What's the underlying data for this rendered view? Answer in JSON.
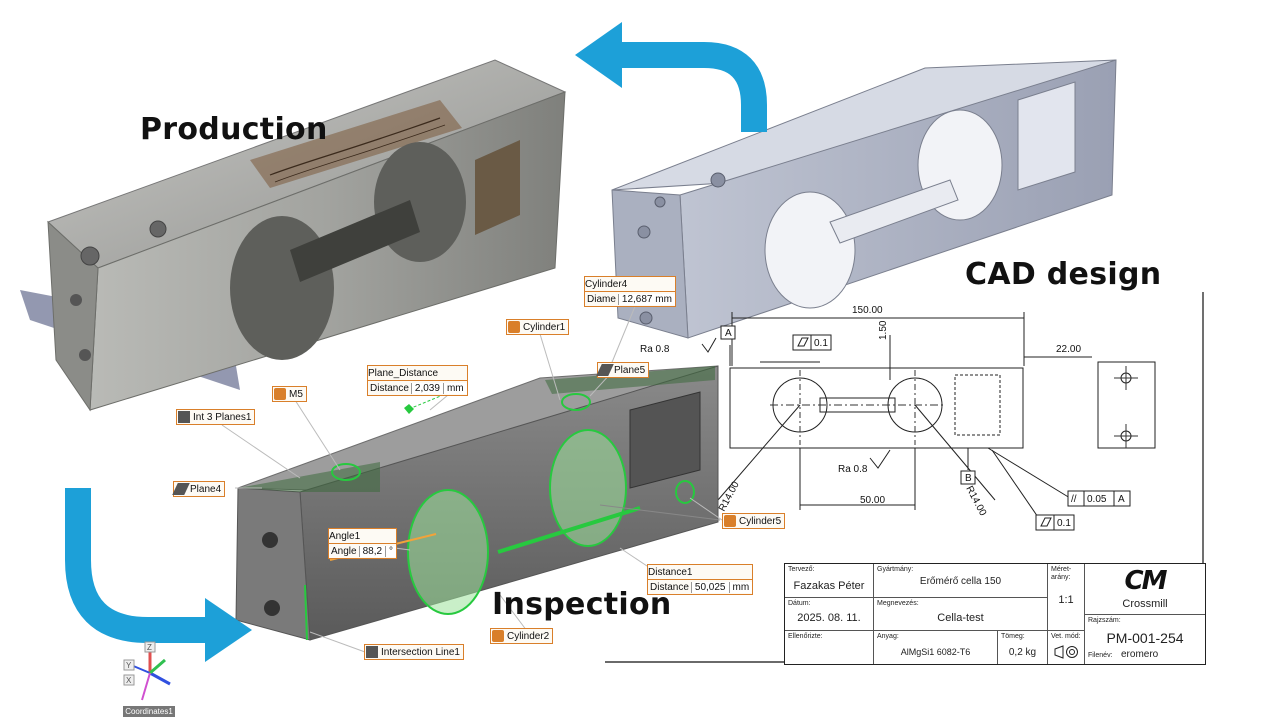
{
  "sections": {
    "production": "Production",
    "cad": "CAD design",
    "inspection": "Inspection"
  },
  "colors": {
    "arrow": "#1da0d8",
    "scan_highlight": "#27c93f",
    "label_border": "#d97f2a",
    "cad_body": "#c4c9d6"
  },
  "annotations": {
    "cylinder4": {
      "name": "Cylinder4",
      "field": "Diame",
      "value": "12,687 mm"
    },
    "cylinder1": "Cylinder1",
    "plane_distance": {
      "name": "Plane_Distance",
      "field": "Distance",
      "value": "2,039",
      "unit": "mm"
    },
    "plane5": "Plane5",
    "m5": "M5",
    "int3planes": "Int 3 Planes1",
    "plane4": "Plane4",
    "angle1": {
      "name": "Angle1",
      "field": "Angle",
      "value": "88,2",
      "unit": "°"
    },
    "cylinder5": "Cylinder5",
    "distance1": {
      "name": "Distance1",
      "field": "Distance",
      "value": "50,025",
      "unit": "mm"
    },
    "cylinder2": "Cylinder2",
    "intersection_line": "Intersection Line1",
    "coordinates": "Coordinates1",
    "axes": {
      "x": "X",
      "y": "Y",
      "z": "Z"
    }
  },
  "drawing": {
    "dims": {
      "overall": "150.00",
      "right": "22.00",
      "top": "1.50",
      "hole_spacing": "50.00",
      "r_left": "R14.00",
      "r_right": "R14.00"
    },
    "roughness_top": "Ra 0.8",
    "roughness_bottom": "Ra 0.8",
    "datum_a": "A",
    "datum_b": "B",
    "flatness_top": "0.1",
    "flatness_bottom": "0.1",
    "parallel_sym": "//",
    "parallel_val": "0.05",
    "parallel_ref": "A"
  },
  "title_block": {
    "designer_label": "Tervező:",
    "designer": "Fazakas Péter",
    "manufacture_label": "Gyártmány:",
    "manufacture": "Erőmérő cella 150",
    "scale_label": "Méret-arány:",
    "scale": "1:1",
    "date_label": "Dátum:",
    "date": "2025. 08. 11.",
    "name_label": "Megnevezés:",
    "name": "Cella-test",
    "checked_label": "Ellenőrizte:",
    "material_label": "Anyag:",
    "material": "AlMgSi1 6082-T6",
    "mass_label": "Tömeg:",
    "mass": "0,2 kg",
    "projection_label": "Vet. mód:",
    "drawing_no_label": "Rajzszám:",
    "drawing_no": "PM-001-254",
    "filename_label": "Filenév:",
    "filename": "eromero",
    "company": "Crossmill",
    "logo_text": "CM"
  }
}
